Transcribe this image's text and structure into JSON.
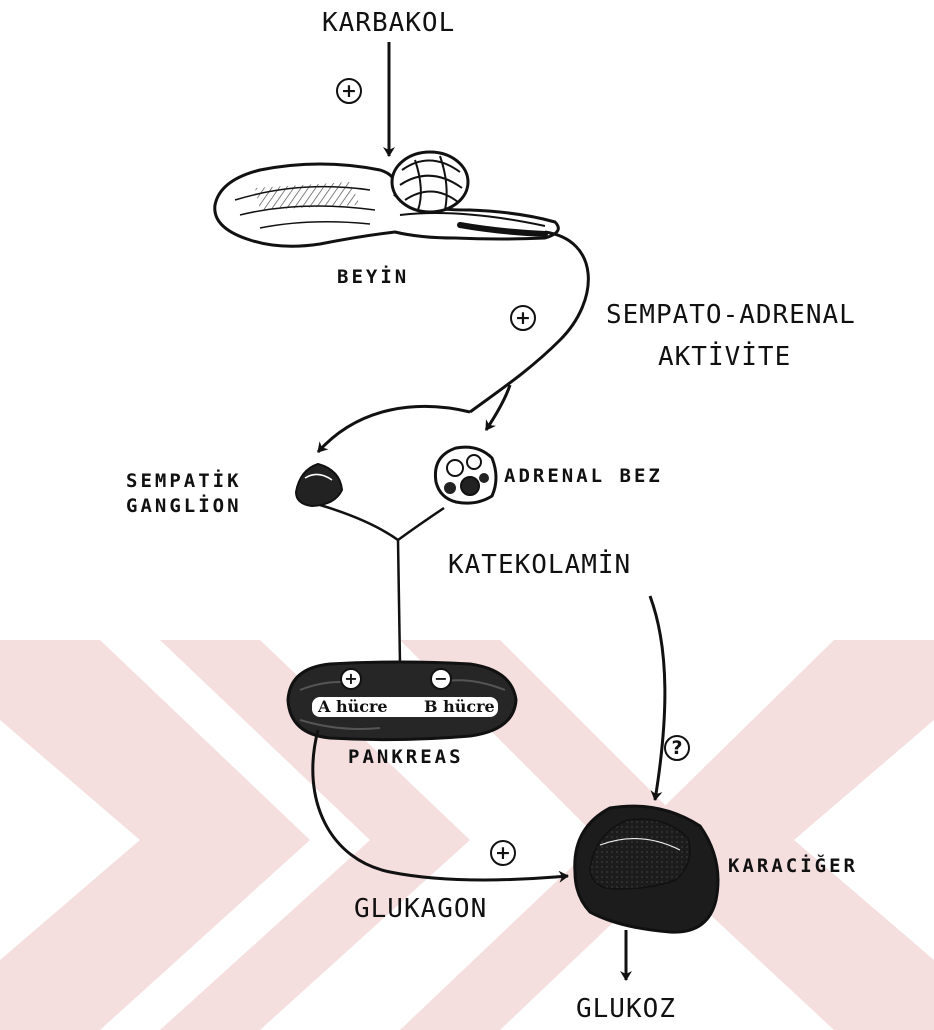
{
  "labels": {
    "karbakol": "KARBAKOL",
    "beyin": "BEYİN",
    "sempato_line1": "SEMPATO-ADRENAL",
    "sempato_line2": "AKTİVİTE",
    "sempatik_line1": "SEMPATİK",
    "sempatik_line2": "GANGLİON",
    "adrenal_bez": "ADRENAL BEZ",
    "katekolamin": "KATEKOLAMİN",
    "a_cell": "A hücre",
    "b_cell": "B hücre",
    "pankreas": "PANKREAS",
    "karaciger": "KARACİĞER",
    "glukagon": "GLUKAGON",
    "glukoz": "GLUKOZ"
  },
  "signs": {
    "plus": "+",
    "minus": "−",
    "question": "?"
  },
  "colors": {
    "ink": "#111111",
    "watermark": "#f4dede"
  },
  "icons": {
    "brain": "brain-icon",
    "ganglion": "ganglion-icon",
    "adrenal": "adrenal-gland-icon",
    "pancreas": "pancreas-icon",
    "liver": "liver-icon",
    "watermark": "watermark-chevrons"
  }
}
